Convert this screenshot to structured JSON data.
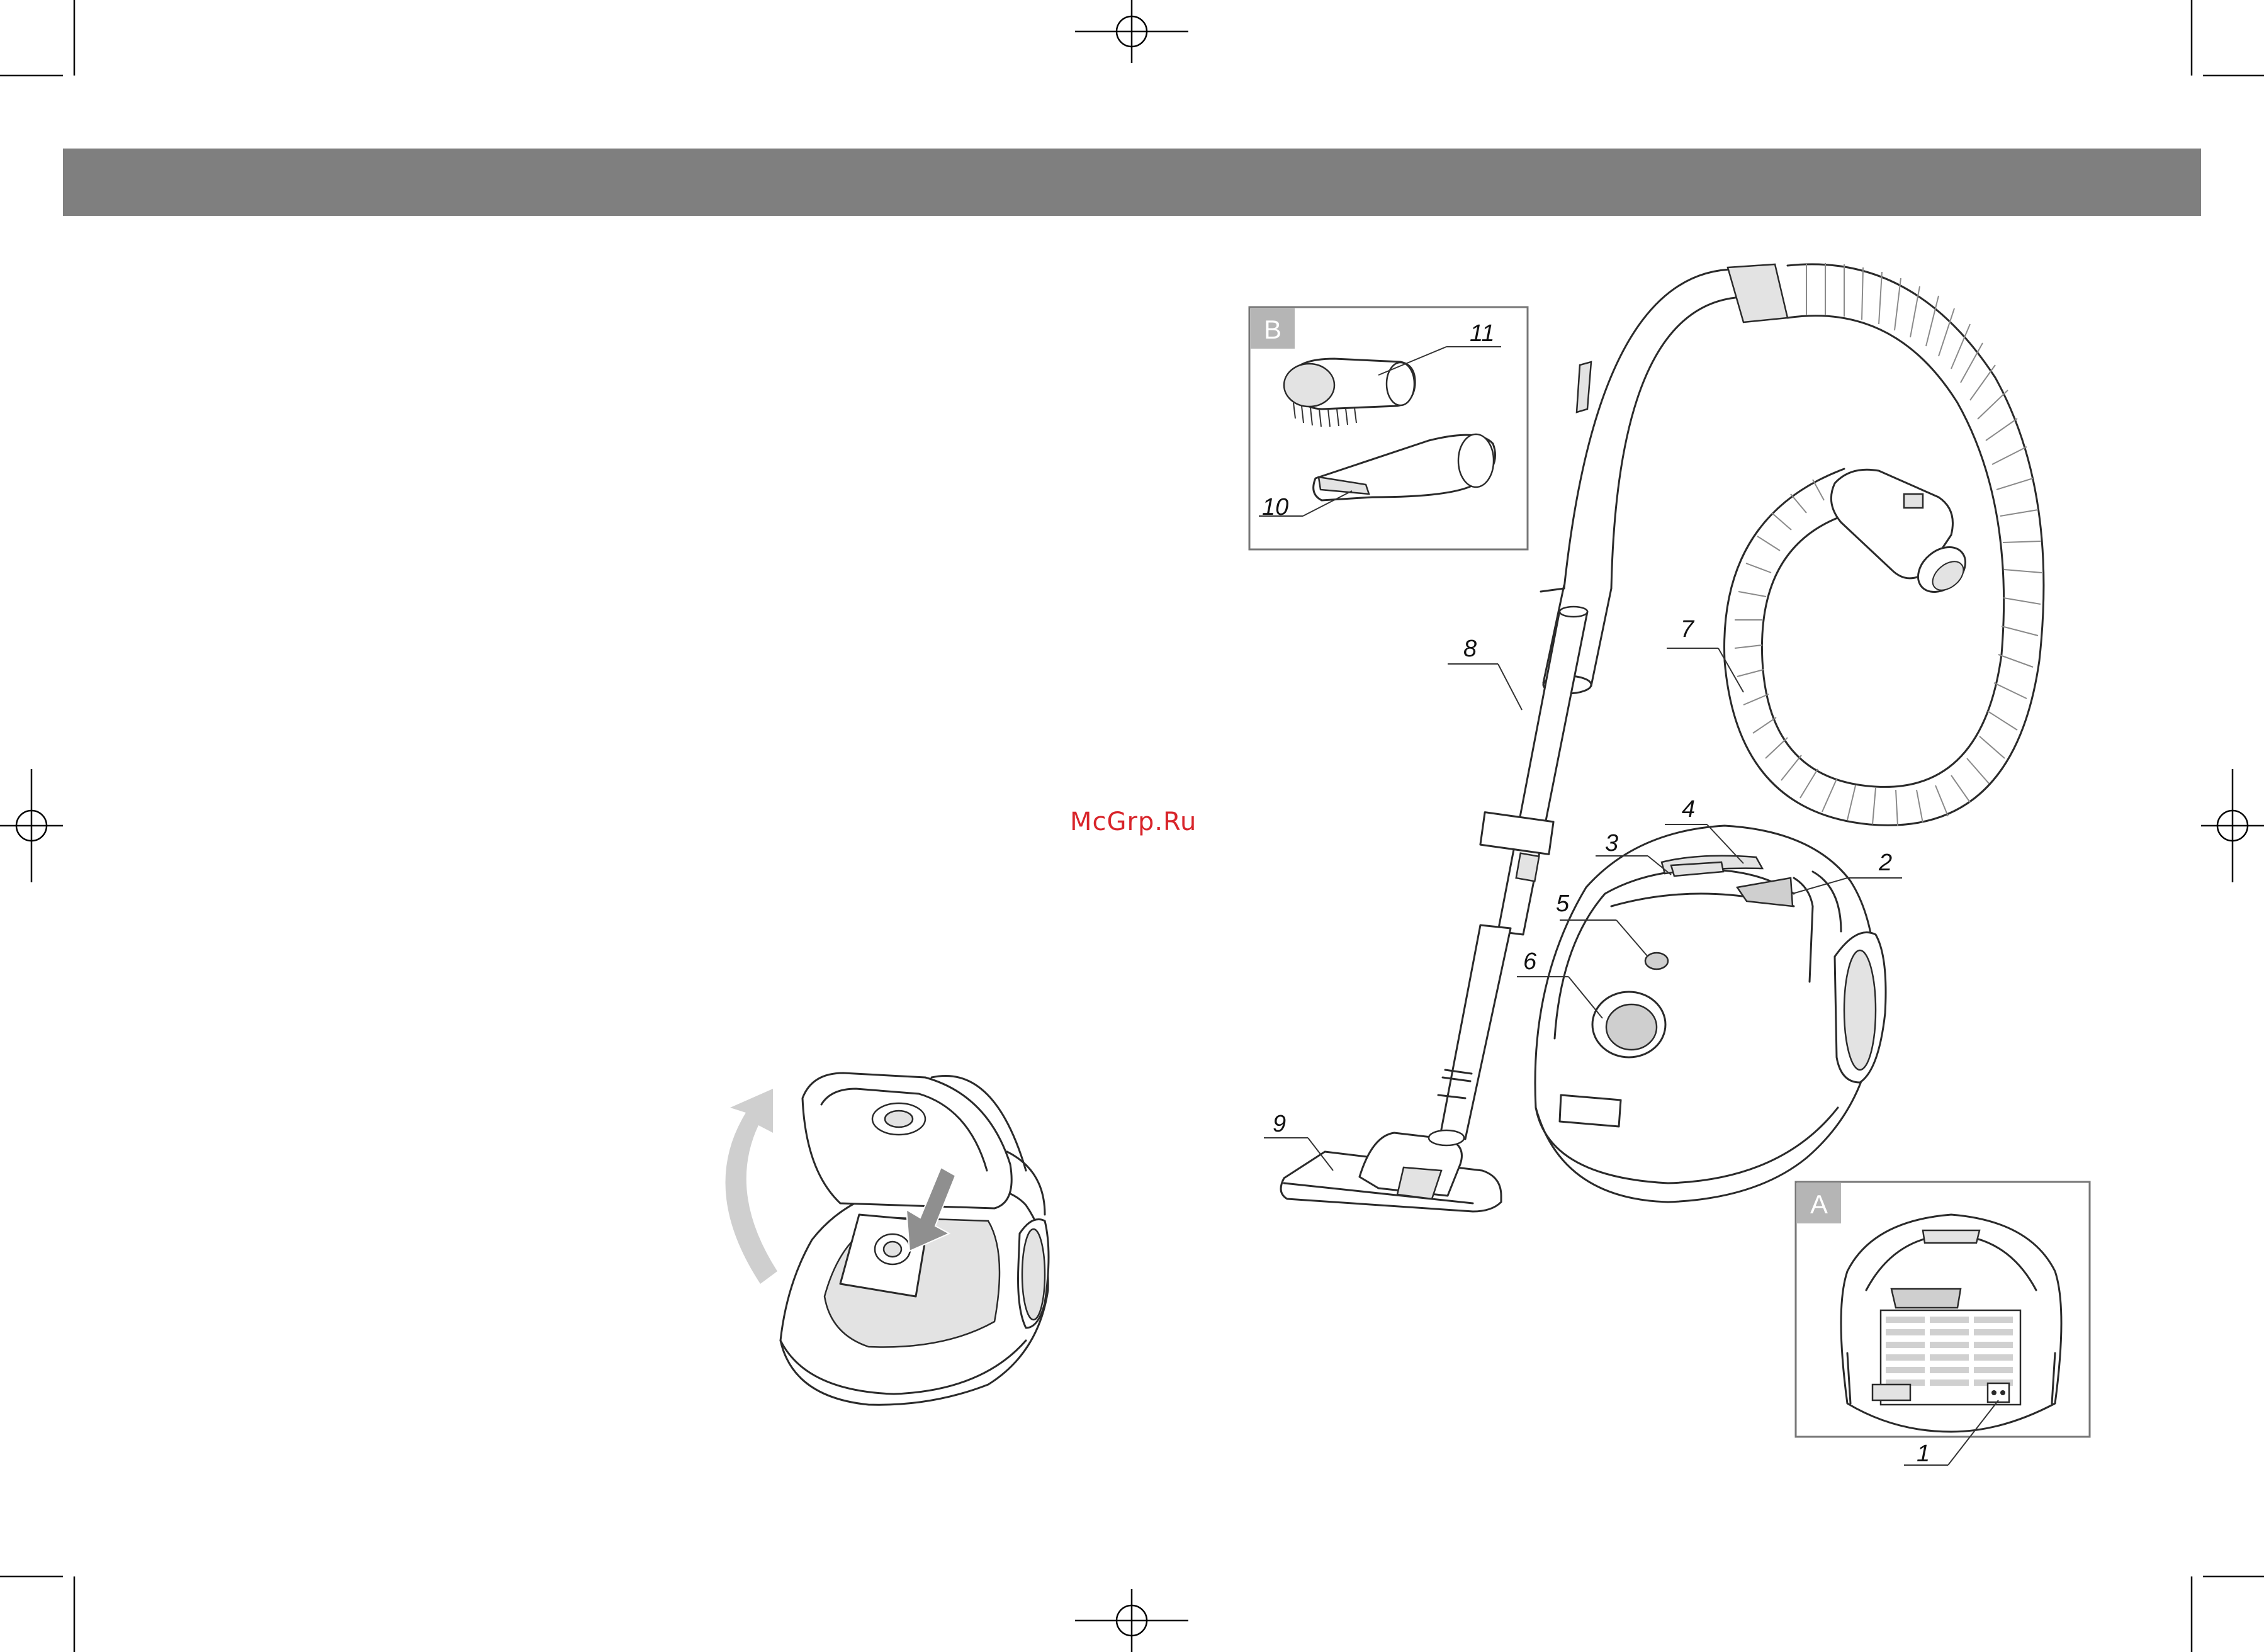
{
  "watermark": "McGrp.Ru",
  "panels": {
    "a": "A",
    "b": "B"
  },
  "callouts": [
    "1",
    "2",
    "3",
    "4",
    "5",
    "6",
    "7",
    "8",
    "9",
    "10",
    "11"
  ],
  "colors": {
    "header": "#7f7f7f",
    "watermark": "#d8242a",
    "panel_badge": "#b5b5b5"
  }
}
